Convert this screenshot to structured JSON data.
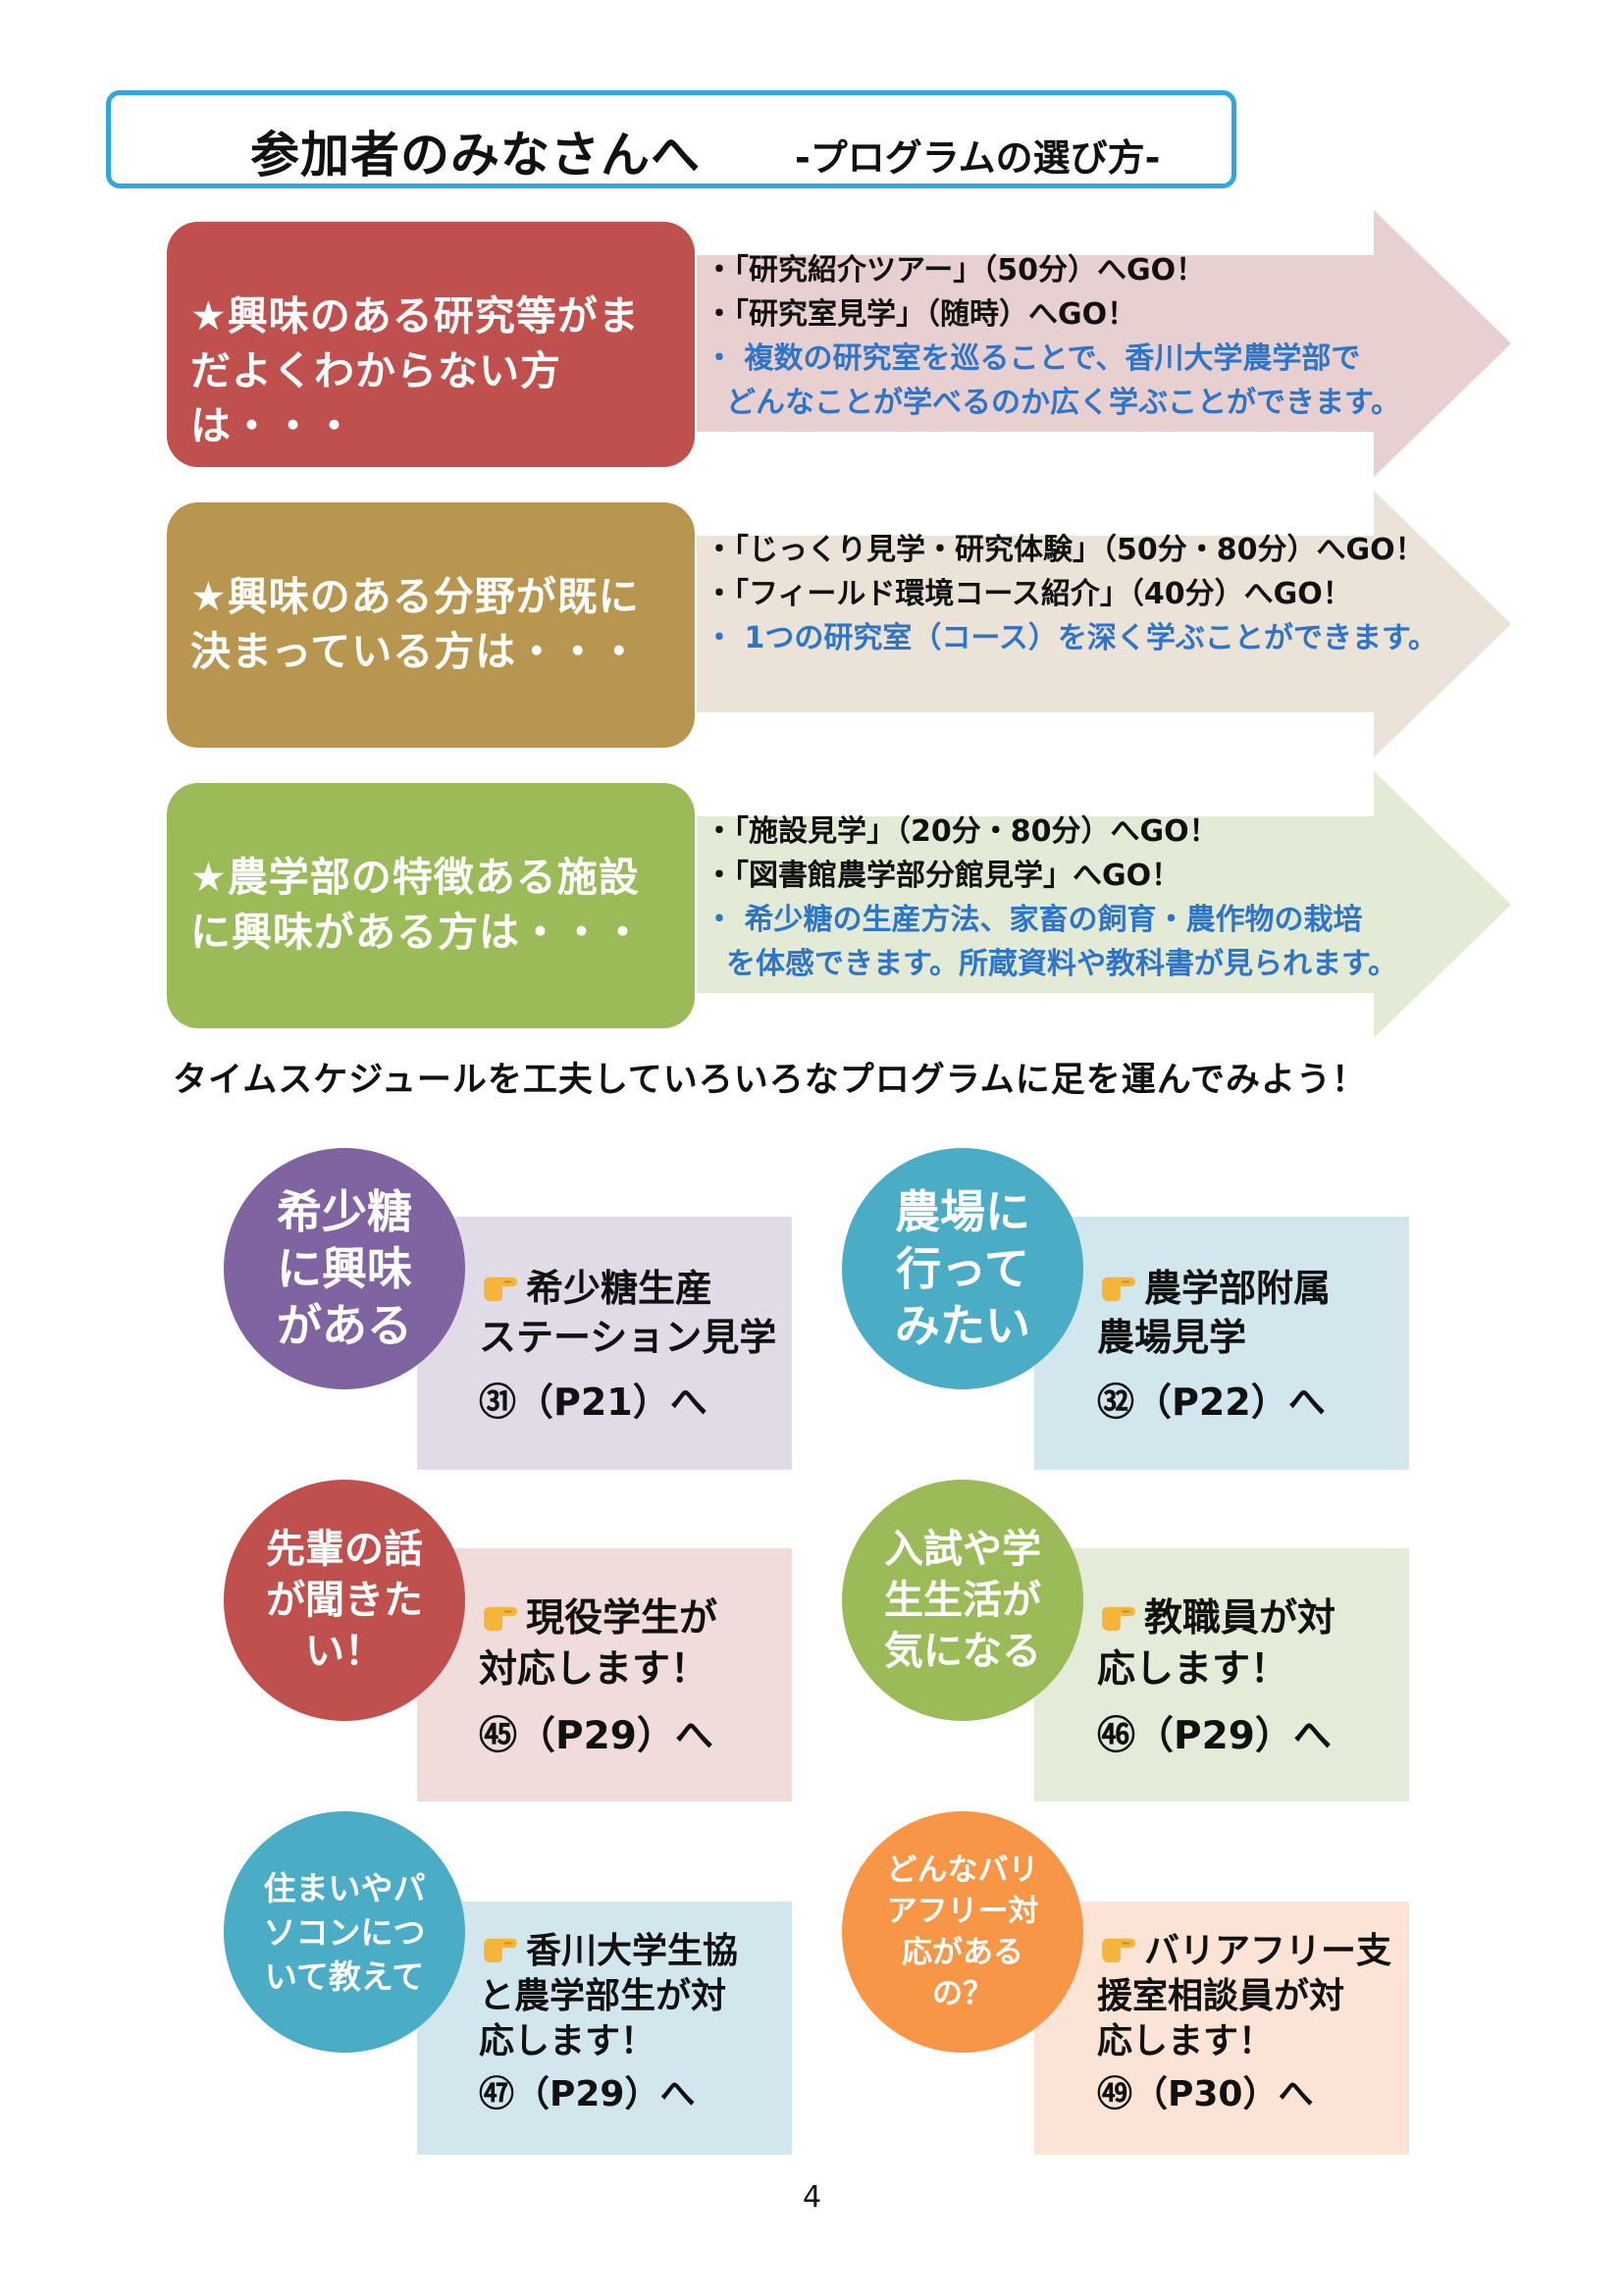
{
  "header": {
    "title": "参加者のみなさんへ",
    "subtitle": "-プログラムの選び方-"
  },
  "flows": [
    {
      "heading": [
        "★興味のある研究等がま",
        "だよくわからない方は・・・"
      ],
      "programs": [
        "・「研究紹介ツアー」（50分）へGO！",
        "・「研究室見学」（随時）へGO！"
      ],
      "notes": [
        "・ 複数の研究室を巡ることで、香川大学農学部で",
        "どんなことが学べるのか広く学ぶことができます。"
      ],
      "box_color": "#c0504d",
      "arrow_color": "#e8cfd0"
    },
    {
      "heading": [
        "★興味のある分野が既に",
        "決まっている方は・・・"
      ],
      "programs": [
        "・「じっくり見学・研究体験」（50分・80分）へGO！",
        "・「フィールド環境コース紹介」（40分）へGO！"
      ],
      "notes": [
        "・ 1つの研究室（コース）を深く学ぶことができます。"
      ],
      "box_color": "#b8964f",
      "arrow_color": "#ebe3d8"
    },
    {
      "heading": [
        "★農学部の特徴ある施設",
        "に興味がある方は・・・"
      ],
      "programs": [
        "・「施設見学」（20分・80分）へGO！",
        "・「図書館農学部分館見学」へGO！"
      ],
      "notes": [
        "・ 希少糖の生産方法、家畜の飼育・農作物の栽培",
        "を体感できます。所蔵資料や教科書が見られます。"
      ],
      "box_color": "#9bbb59",
      "arrow_color": "#e3ead6"
    }
  ],
  "tagline": "タイムスケジュールを工夫していろいろなプログラムに足を運んでみよう！",
  "cards": [
    {
      "circle": [
        "希少糖",
        "に興味",
        "がある"
      ],
      "lines": [
        "希少糖生産",
        "ステーション見学"
      ],
      "ref": "㉛（P21）へ",
      "circle_color": "#8064a2",
      "rect_color": "#e1dbe7"
    },
    {
      "circle": [
        "農場に",
        "行って",
        "みたい"
      ],
      "lines": [
        "農学部附属",
        "農場見学"
      ],
      "ref": "㉜（P22）へ",
      "circle_color": "#4bacc6",
      "rect_color": "#d2e6ee"
    },
    {
      "circle": [
        "先輩の話",
        "が聞きた",
        "い！"
      ],
      "lines": [
        "現役学生が",
        "対応します！"
      ],
      "ref": "㊺（P29）へ",
      "circle_color": "#c0504d",
      "rect_color": "#f1dcdc"
    },
    {
      "circle": [
        "入試や学",
        "生生活が",
        "気になる"
      ],
      "lines": [
        "教職員が対",
        "応します！"
      ],
      "ref": "㊻（P29）へ",
      "circle_color": "#9bbb59",
      "rect_color": "#e4ecd9"
    },
    {
      "circle": [
        "住まいやパ",
        "ソコンにつ",
        "いて教えて"
      ],
      "lines": [
        "香川大学生協",
        "と農学部生が対",
        "応します！"
      ],
      "ref": "㊼（P29）へ",
      "circle_color": "#4bacc6",
      "rect_color": "#d2e6ee"
    },
    {
      "circle": [
        "どんなバリ",
        "アフリー対",
        "応がある",
        "の？"
      ],
      "lines": [
        "バリアフリー支",
        "援室相談員が対",
        "応します！"
      ],
      "ref": "㊾（P30）へ",
      "circle_color": "#f79646",
      "rect_color": "#fbe3d6"
    }
  ],
  "page_number": "4",
  "icons": {
    "pointer": "pointing-hand-icon"
  }
}
